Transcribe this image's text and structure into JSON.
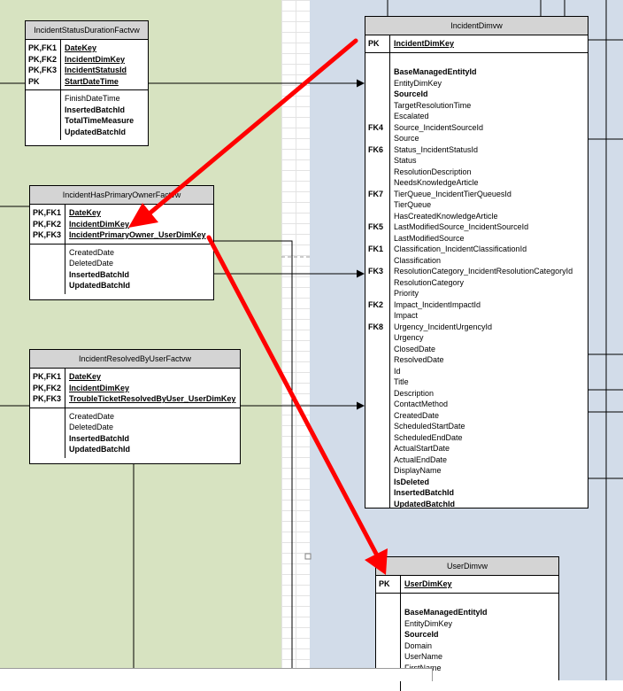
{
  "colors": {
    "left_region": "#d7e3c1",
    "right_region": "#d2dce9",
    "arrow": "#ff0000"
  },
  "tables": {
    "status_duration": {
      "title": "IncidentStatusDurationFactvw",
      "pk": [
        {
          "key": "PK,FK1",
          "name": "DateKey"
        },
        {
          "key": "PK,FK2",
          "name": "IncidentDimKey"
        },
        {
          "key": "PK,FK3",
          "name": "IncidentStatusId"
        },
        {
          "key": "PK",
          "name": "StartDateTime"
        }
      ],
      "cols": [
        {
          "key": "",
          "name": "FinishDateTime",
          "bold": false
        },
        {
          "key": "",
          "name": "InsertedBatchId",
          "bold": true
        },
        {
          "key": "",
          "name": "TotalTimeMeasure",
          "bold": true
        },
        {
          "key": "",
          "name": "UpdatedBatchId",
          "bold": true
        }
      ]
    },
    "primary_owner": {
      "title": "IncidentHasPrimaryOwnerFactvw",
      "pk": [
        {
          "key": "PK,FK1",
          "name": "DateKey"
        },
        {
          "key": "PK,FK2",
          "name": "IncidentDimKey"
        },
        {
          "key": "PK,FK3",
          "name": "IncidentPrimaryOwner_UserDimKey"
        }
      ],
      "cols": [
        {
          "key": "",
          "name": "CreatedDate",
          "bold": false
        },
        {
          "key": "",
          "name": "DeletedDate",
          "bold": false
        },
        {
          "key": "",
          "name": "InsertedBatchId",
          "bold": true
        },
        {
          "key": "",
          "name": "UpdatedBatchId",
          "bold": true
        }
      ]
    },
    "resolved_by": {
      "title": "IncidentResolvedByUserFactvw",
      "pk": [
        {
          "key": "PK,FK1",
          "name": "DateKey"
        },
        {
          "key": "PK,FK2",
          "name": "IncidentDimKey"
        },
        {
          "key": "PK,FK3",
          "name": "TroubleTicketResolvedByUser_UserDimKey"
        }
      ],
      "cols": [
        {
          "key": "",
          "name": "CreatedDate",
          "bold": false
        },
        {
          "key": "",
          "name": "DeletedDate",
          "bold": false
        },
        {
          "key": "",
          "name": "InsertedBatchId",
          "bold": true
        },
        {
          "key": "",
          "name": "UpdatedBatchId",
          "bold": true
        }
      ]
    },
    "incident_dim": {
      "title": "IncidentDimvw",
      "pk": [
        {
          "key": "PK",
          "name": "IncidentDimKey"
        }
      ],
      "cols": [
        {
          "key": "",
          "name": "",
          "bold": false
        },
        {
          "key": "",
          "name": "BaseManagedEntityId",
          "bold": true
        },
        {
          "key": "",
          "name": "EntityDimKey",
          "bold": false
        },
        {
          "key": "",
          "name": "SourceId",
          "bold": true
        },
        {
          "key": "",
          "name": "TargetResolutionTime",
          "bold": false
        },
        {
          "key": "",
          "name": "Escalated",
          "bold": false
        },
        {
          "key": "FK4",
          "name": "Source_IncidentSourceId",
          "bold": false
        },
        {
          "key": "",
          "name": "Source",
          "bold": false
        },
        {
          "key": "FK6",
          "name": "Status_IncidentStatusId",
          "bold": false
        },
        {
          "key": "",
          "name": "Status",
          "bold": false
        },
        {
          "key": "",
          "name": "ResolutionDescription",
          "bold": false
        },
        {
          "key": "",
          "name": "NeedsKnowledgeArticle",
          "bold": false
        },
        {
          "key": "FK7",
          "name": "TierQueue_IncidentTierQueuesId",
          "bold": false
        },
        {
          "key": "",
          "name": "TierQueue",
          "bold": false
        },
        {
          "key": "",
          "name": "HasCreatedKnowledgeArticle",
          "bold": false
        },
        {
          "key": "FK5",
          "name": "LastModifiedSource_IncidentSourceId",
          "bold": false
        },
        {
          "key": "",
          "name": "LastModifiedSource",
          "bold": false
        },
        {
          "key": "FK1",
          "name": "Classification_IncidentClassificationId",
          "bold": false
        },
        {
          "key": "",
          "name": "Classification",
          "bold": false
        },
        {
          "key": "FK3",
          "name": "ResolutionCategory_IncidentResolutionCategoryId",
          "bold": false
        },
        {
          "key": "",
          "name": "ResolutionCategory",
          "bold": false
        },
        {
          "key": "",
          "name": "Priority",
          "bold": false
        },
        {
          "key": "FK2",
          "name": "Impact_IncidentImpactId",
          "bold": false
        },
        {
          "key": "",
          "name": "Impact",
          "bold": false
        },
        {
          "key": "FK8",
          "name": "Urgency_IncidentUrgencyId",
          "bold": false
        },
        {
          "key": "",
          "name": "Urgency",
          "bold": false
        },
        {
          "key": "",
          "name": "ClosedDate",
          "bold": false
        },
        {
          "key": "",
          "name": "ResolvedDate",
          "bold": false
        },
        {
          "key": "",
          "name": "Id",
          "bold": false
        },
        {
          "key": "",
          "name": "Title",
          "bold": false
        },
        {
          "key": "",
          "name": "Description",
          "bold": false
        },
        {
          "key": "",
          "name": "ContactMethod",
          "bold": false
        },
        {
          "key": "",
          "name": "CreatedDate",
          "bold": false
        },
        {
          "key": "",
          "name": "ScheduledStartDate",
          "bold": false
        },
        {
          "key": "",
          "name": "ScheduledEndDate",
          "bold": false
        },
        {
          "key": "",
          "name": "ActualStartDate",
          "bold": false
        },
        {
          "key": "",
          "name": "ActualEndDate",
          "bold": false
        },
        {
          "key": "",
          "name": "DisplayName",
          "bold": false
        },
        {
          "key": "",
          "name": "IsDeleted",
          "bold": true
        },
        {
          "key": "",
          "name": "InsertedBatchId",
          "bold": true
        },
        {
          "key": "",
          "name": "UpdatedBatchId",
          "bold": true
        }
      ]
    },
    "user_dim": {
      "title": "UserDimvw",
      "pk": [
        {
          "key": "PK",
          "name": "UserDimKey"
        }
      ],
      "cols": [
        {
          "key": "",
          "name": "",
          "bold": false
        },
        {
          "key": "",
          "name": "BaseManagedEntityId",
          "bold": true
        },
        {
          "key": "",
          "name": "EntityDimKey",
          "bold": false
        },
        {
          "key": "",
          "name": "SourceId",
          "bold": true
        },
        {
          "key": "",
          "name": "Domain",
          "bold": false
        },
        {
          "key": "",
          "name": "UserName",
          "bold": false
        },
        {
          "key": "",
          "name": "FirstName",
          "bold": false
        }
      ]
    }
  }
}
